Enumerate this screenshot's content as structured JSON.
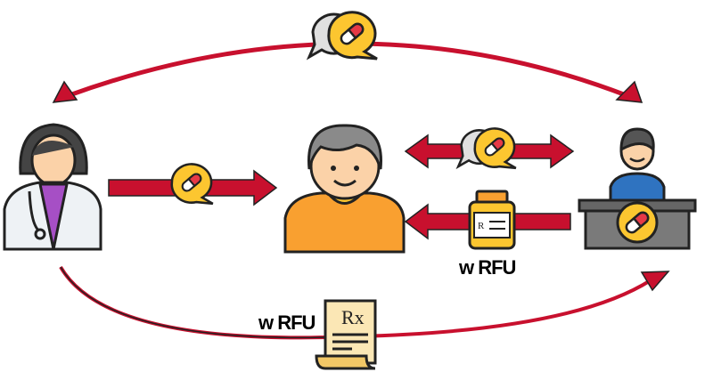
{
  "labels": {
    "bottle_label": "w RFU",
    "prescription_label": "w RFU",
    "rx_symbol": "Rx"
  },
  "colors": {
    "arrow": "#c8102e",
    "bubble": "#fcc630",
    "bubble_grey": "#e0e0e0",
    "skin": "#fbd2a8",
    "patient_shirt": "#f9a030",
    "pharmacist_shirt": "#2f73c0",
    "doctor_shirt": "#a64fc5"
  },
  "nodes": [
    "doctor",
    "patient",
    "pharmacist"
  ]
}
